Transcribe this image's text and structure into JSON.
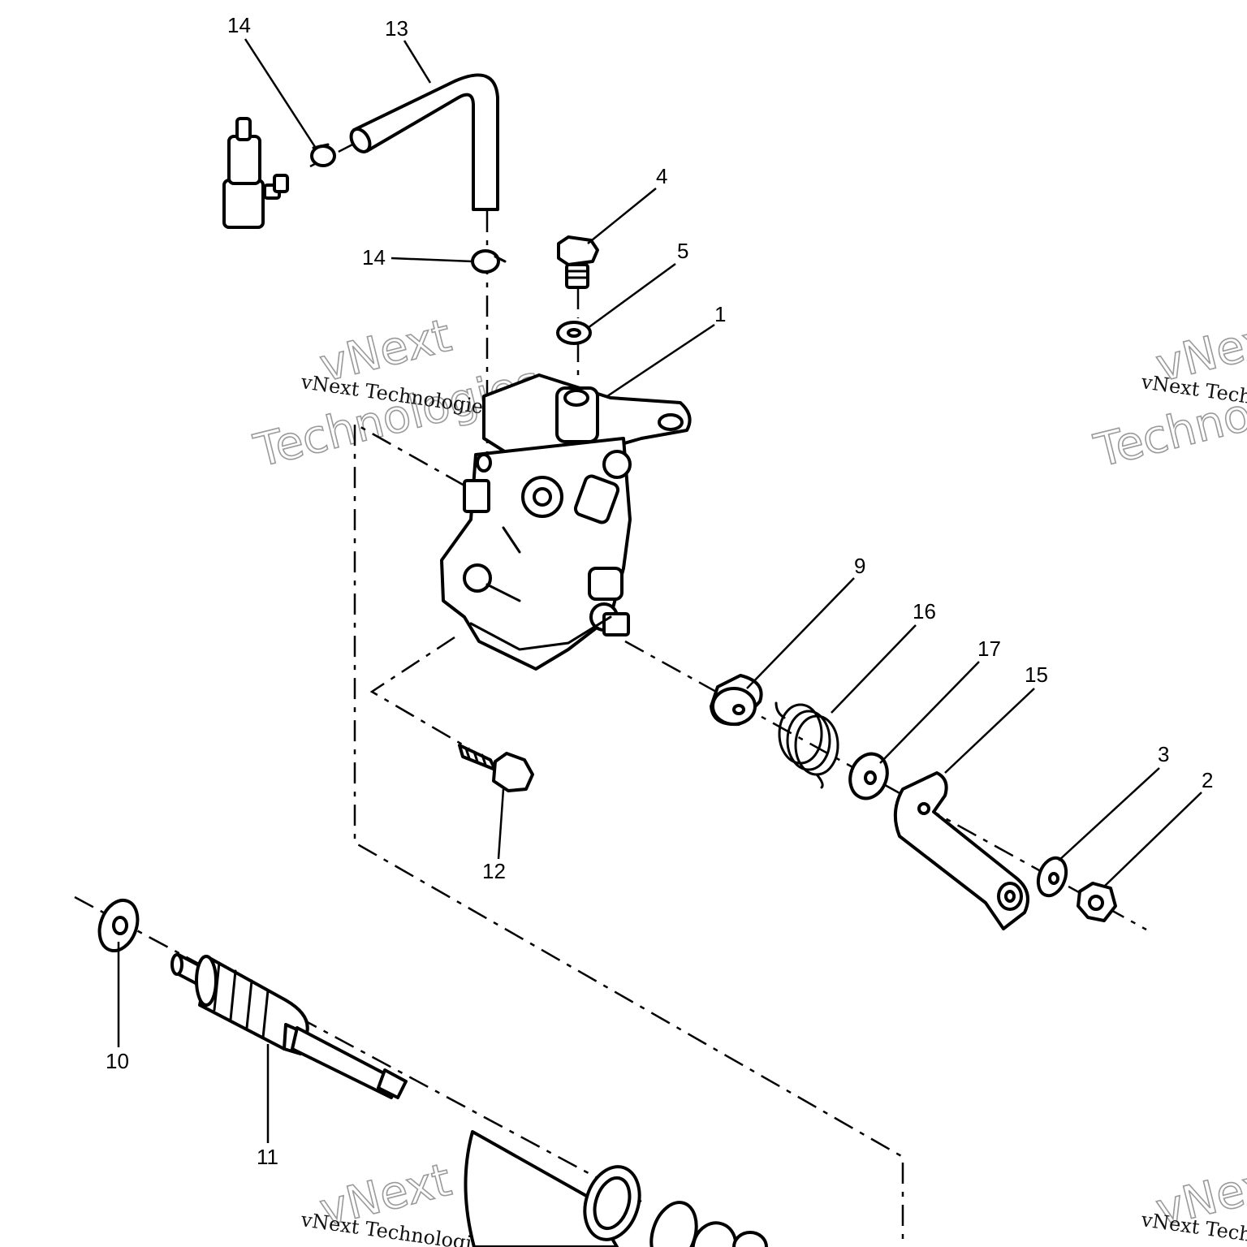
{
  "diagram": {
    "callouts": [
      {
        "id": "c14a",
        "label": "14"
      },
      {
        "id": "c13",
        "label": "13"
      },
      {
        "id": "c4",
        "label": "4"
      },
      {
        "id": "c14b",
        "label": "14"
      },
      {
        "id": "c5",
        "label": "5"
      },
      {
        "id": "c1",
        "label": "1"
      },
      {
        "id": "c9",
        "label": "9"
      },
      {
        "id": "c16",
        "label": "16"
      },
      {
        "id": "c17",
        "label": "17"
      },
      {
        "id": "c15",
        "label": "15"
      },
      {
        "id": "c3",
        "label": "3"
      },
      {
        "id": "c2",
        "label": "2"
      },
      {
        "id": "c12",
        "label": "12"
      },
      {
        "id": "c10",
        "label": "10"
      },
      {
        "id": "c11",
        "label": "11"
      }
    ],
    "watermark": {
      "line_small": "vNext Technologies",
      "big_top": "vNext",
      "big_bottom": "Technologies"
    }
  }
}
